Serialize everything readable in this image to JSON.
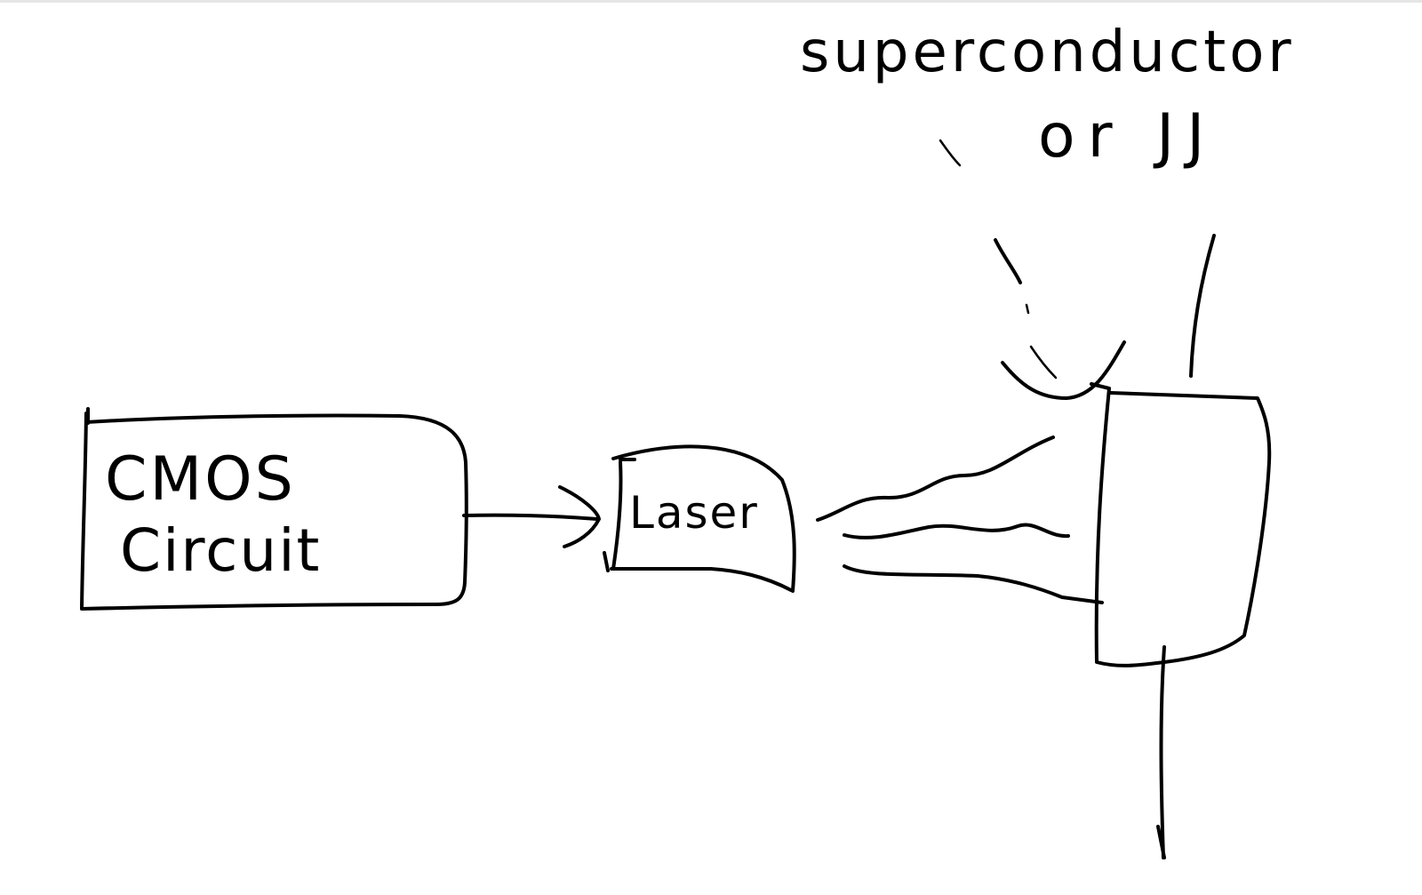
{
  "diagram": {
    "nodes": {
      "cmos": {
        "line1": "CMOS",
        "line2": "Circuit"
      },
      "laser": {
        "label": "Laser"
      },
      "superconductor": {
        "line1": "superconductor",
        "line2": "or JJ"
      }
    },
    "edges": [
      {
        "from": "cmos",
        "to": "laser",
        "kind": "arrow"
      },
      {
        "from": "laser",
        "to": "superconductor",
        "kind": "wavy-light"
      }
    ],
    "colors": {
      "ink": "#000000",
      "background": "#ffffff"
    }
  }
}
